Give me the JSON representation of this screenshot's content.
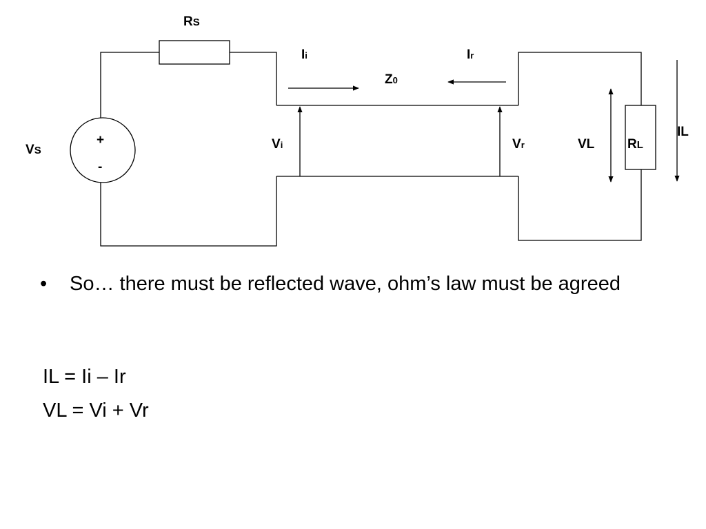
{
  "diagram": {
    "labels": {
      "rs": {
        "main": "R",
        "sub": "S"
      },
      "ii": {
        "main": "I",
        "sub": "i"
      },
      "ir": {
        "main": "I",
        "sub": "r"
      },
      "z0": {
        "main": "Z",
        "sub": "0"
      },
      "vs": {
        "main": "V",
        "sub": "S"
      },
      "plus": "+",
      "minus": "-",
      "vi": {
        "main": "V",
        "sub": "i"
      },
      "vr": {
        "main": "V",
        "sub": "r"
      },
      "vl": "VL",
      "rl": {
        "main": "R",
        "sub": "L"
      },
      "il": "IL"
    },
    "line_color": "#000000"
  },
  "content": {
    "bullet_symbol": "•",
    "bullet_text": "So… there must be reflected wave, ohm’s law must be agreed",
    "equations": [
      "IL = Ii – Ir",
      "VL = Vi + Vr"
    ]
  }
}
